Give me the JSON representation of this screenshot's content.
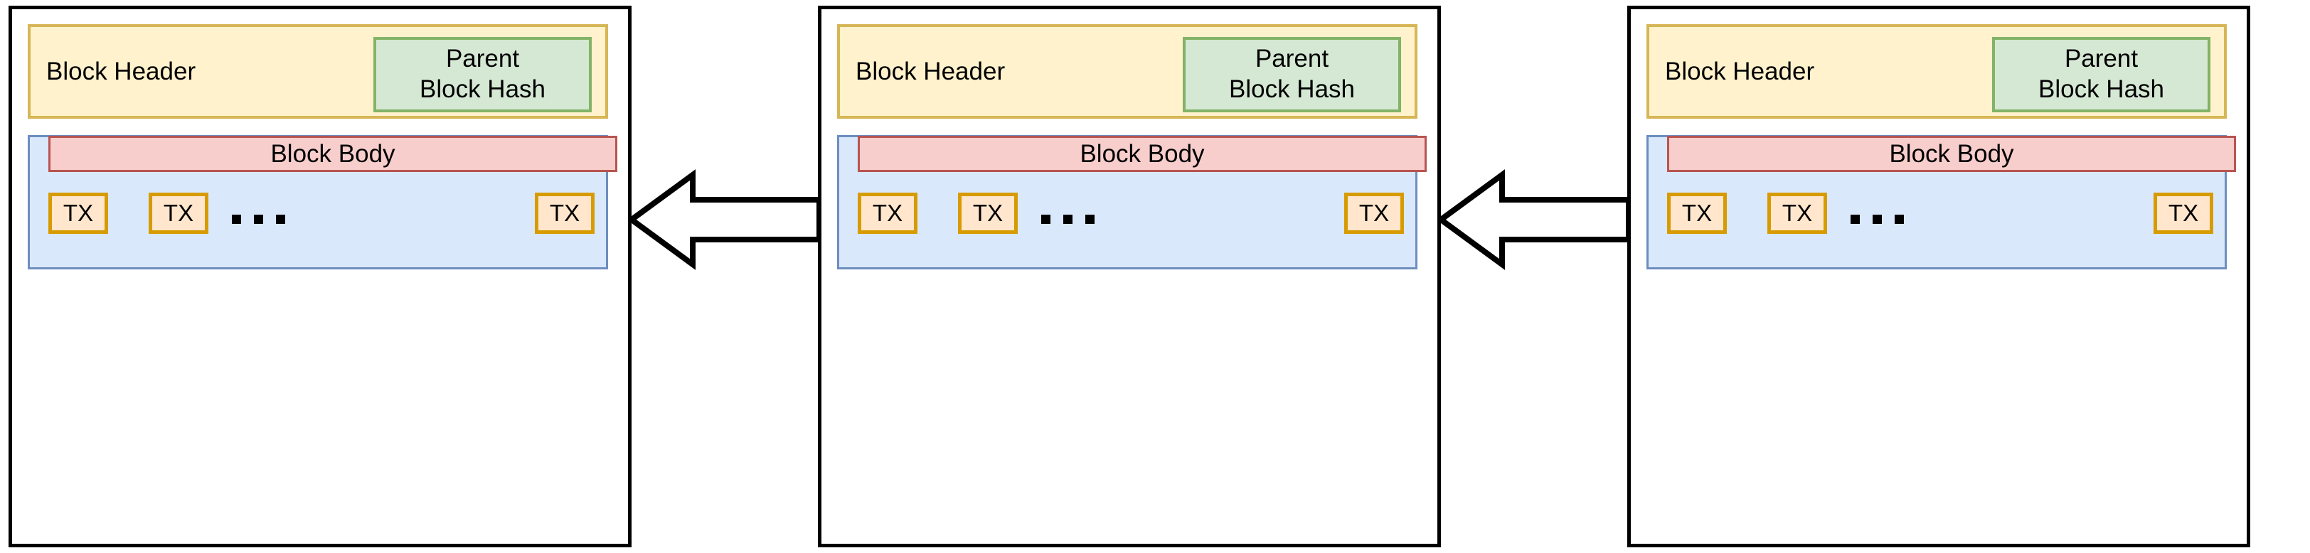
{
  "diagram": {
    "type": "blockchain-block-structure",
    "title": "Blockchain block chaining structure",
    "block_count": 3,
    "arrow_count": 2,
    "arrow_direction": "right-to-left",
    "arrow_semantic": "parent-block-reference",
    "colors": {
      "canvas_background": "#ffffff",
      "block_frame_border": "#000000",
      "header_fill": "#fff2cc",
      "header_border": "#d6b656",
      "parent_hash_fill": "#d5e8d4",
      "parent_hash_border": "#82b366",
      "body_container_fill": "#dae8fc",
      "body_container_border": "#6c8ebf",
      "block_body_fill": "#f8cecc",
      "block_body_border": "#b85450",
      "tx_fill": "#ffe6cc",
      "tx_border": "#d79b00",
      "text": "#000000",
      "arrow_stroke": "#000000",
      "arrow_fill": "#ffffff"
    }
  },
  "labels": {
    "block_header": "Block Header",
    "parent_block_hash": "Parent\nBlock Hash",
    "block_body": "Block Body",
    "tx": "TX",
    "ellipsis": "..."
  },
  "blocks": [
    {
      "id": "block-1",
      "header_label": "Block Header",
      "parent_hash_label": "Parent\nBlock Hash",
      "body_label": "Block Body",
      "transactions": [
        "TX",
        "TX",
        "TX"
      ],
      "has_ellipsis": true
    },
    {
      "id": "block-2",
      "header_label": "Block Header",
      "parent_hash_label": "Parent\nBlock Hash",
      "body_label": "Block Body",
      "transactions": [
        "TX",
        "TX",
        "TX"
      ],
      "has_ellipsis": true
    },
    {
      "id": "block-3",
      "header_label": "Block Header",
      "parent_hash_label": "Parent\nBlock Hash",
      "body_label": "Block Body",
      "transactions": [
        "TX",
        "TX",
        "TX"
      ],
      "has_ellipsis": true
    }
  ]
}
